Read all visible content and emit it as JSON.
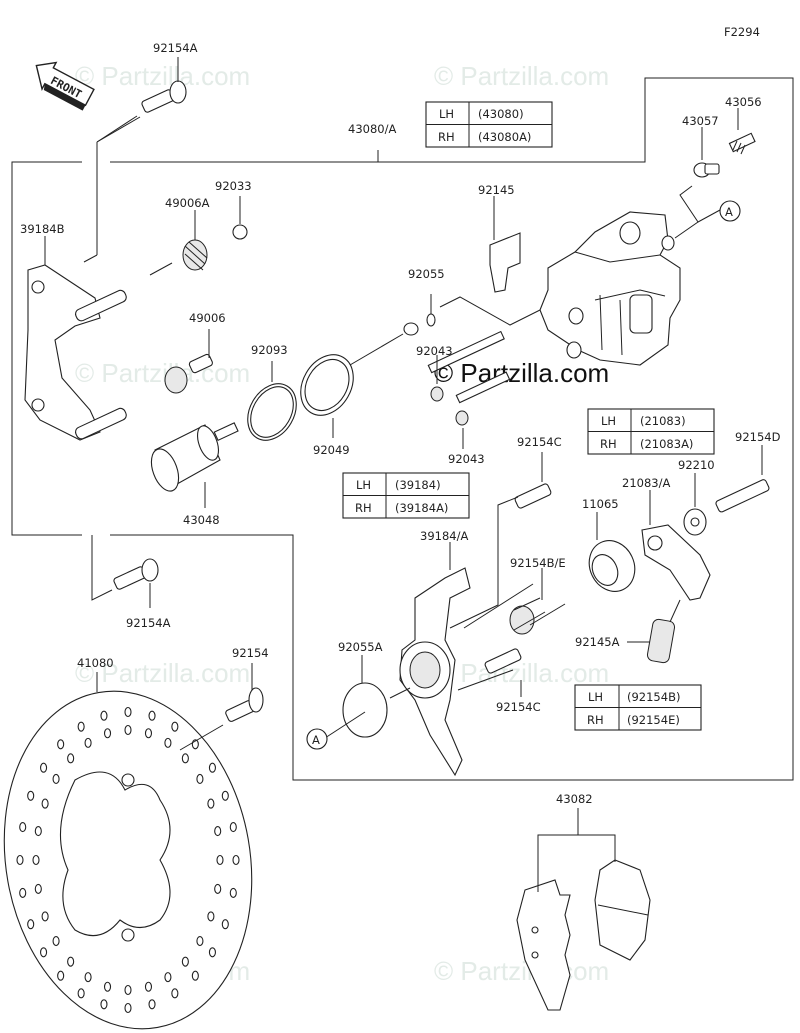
{
  "figure_id": "F2294",
  "direction_indicator": "FRONT",
  "watermark": "© Partzilla.com",
  "callout_marker": "A",
  "part_labels": [
    {
      "id": "92154A_top",
      "text": "92154A"
    },
    {
      "id": "43080A",
      "text": "43080/A"
    },
    {
      "id": "43057",
      "text": "43057"
    },
    {
      "id": "43056",
      "text": "43056"
    },
    {
      "id": "92033",
      "text": "92033"
    },
    {
      "id": "49006A",
      "text": "49006A"
    },
    {
      "id": "39184B",
      "text": "39184B"
    },
    {
      "id": "92145",
      "text": "92145"
    },
    {
      "id": "92055",
      "text": "92055"
    },
    {
      "id": "49006",
      "text": "49006"
    },
    {
      "id": "92093",
      "text": "92093"
    },
    {
      "id": "92043_top",
      "text": "92043"
    },
    {
      "id": "92049",
      "text": "92049"
    },
    {
      "id": "92043_bottom",
      "text": "92043"
    },
    {
      "id": "43048",
      "text": "43048"
    },
    {
      "id": "92154C_top",
      "text": "92154C"
    },
    {
      "id": "92154D",
      "text": "92154D"
    },
    {
      "id": "92210",
      "text": "92210"
    },
    {
      "id": "21083A",
      "text": "21083/A"
    },
    {
      "id": "11065",
      "text": "11065"
    },
    {
      "id": "39184A",
      "text": "39184/A"
    },
    {
      "id": "92154BE",
      "text": "92154B/E"
    },
    {
      "id": "92154A_bottom",
      "text": "92154A"
    },
    {
      "id": "92145A",
      "text": "92145A"
    },
    {
      "id": "92055A",
      "text": "92055A"
    },
    {
      "id": "41080",
      "text": "41080"
    },
    {
      "id": "92154",
      "text": "92154"
    },
    {
      "id": "92154C_bottom",
      "text": "92154C"
    },
    {
      "id": "43082",
      "text": "43082"
    }
  ],
  "side_tables": [
    {
      "name": "caliper-assembly",
      "rows": [
        {
          "side": "LH",
          "part": "(43080)"
        },
        {
          "side": "RH",
          "part": "(43080A)"
        }
      ]
    },
    {
      "name": "lever",
      "rows": [
        {
          "side": "LH",
          "part": "(21083)"
        },
        {
          "side": "RH",
          "part": "(21083A)"
        }
      ]
    },
    {
      "name": "bracket",
      "rows": [
        {
          "side": "LH",
          "part": "(39184)"
        },
        {
          "side": "RH",
          "part": "(39184A)"
        }
      ]
    },
    {
      "name": "bolt",
      "rows": [
        {
          "side": "LH",
          "part": "(92154B)"
        },
        {
          "side": "RH",
          "part": "(92154E)"
        }
      ]
    }
  ]
}
